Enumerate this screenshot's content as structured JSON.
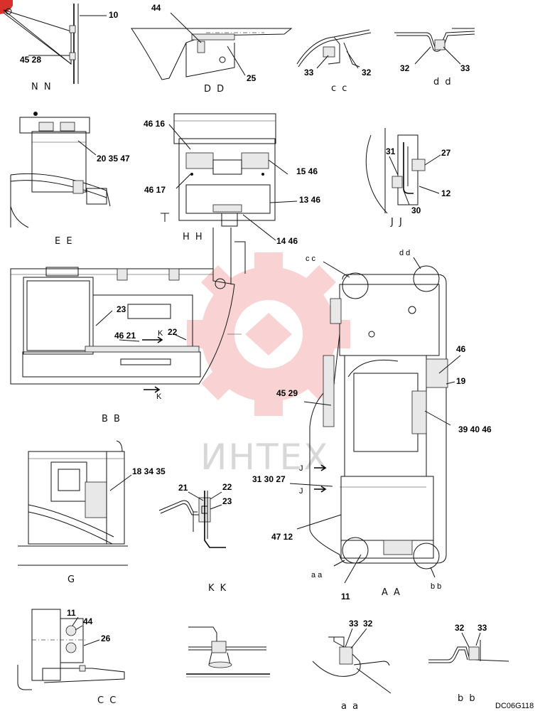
{
  "drawing_code": "DC06G118",
  "watermark": {
    "text": "ИНТЕХ",
    "color": "#f2a0a0"
  },
  "views": {
    "nn": "N N",
    "dd_top": "D D",
    "cc_top": "c c",
    "dd_small": "d d",
    "ee": "E E",
    "hh": "H H",
    "jj": "J J",
    "bb_big": "B B",
    "aa_big": "A A",
    "g": "G",
    "kk": "K K",
    "cc_bottom": "C C",
    "aa_bottom": "a a",
    "bb_bottom": "b b"
  },
  "callouts": {
    "aa_circle": "a a",
    "bb_circle": "b b",
    "cc_circle": "c c",
    "dd_circle": "d d",
    "k_arrow_upper": "K",
    "k_arrow_lower": "K",
    "j_arrow_upper": "J",
    "j_arrow_lower": "J"
  },
  "labels": {
    "nn_10": "10",
    "nn_45_28": "45  28",
    "dd_44": "44",
    "dd_25": "25",
    "cc_33": "33",
    "cc_32": "32",
    "ddsmall_32": "32",
    "ddsmall_33": "33",
    "ee_20_35_47": "20  35  47",
    "hh_46_16": "46  16",
    "hh_46_17": "46  17",
    "hh_15_46": "15  46",
    "hh_13_46": "13  46",
    "hh_14_46": "14  46",
    "jj_31": "31",
    "jj_27": "27",
    "jj_12": "12",
    "jj_30": "30",
    "bb_23": "23",
    "bb_22": "22",
    "bb_46_21": "46  21",
    "aa_46": "46",
    "aa_19": "19",
    "aa_45_29": "45  29",
    "aa_39_40_46": "39  40  46",
    "aa_31_30_27": "31  30  27",
    "aa_47_12": "47  12",
    "aa_11": "11",
    "g_18_34_35": "18  34  35",
    "kk_21": "21",
    "kk_22": "22",
    "kk_23": "23",
    "ccb_11": "11",
    "ccb_44": "44",
    "ccb_26": "26",
    "aab_33": "33",
    "aab_32": "32",
    "bbb_32": "32",
    "bbb_33": "33"
  }
}
